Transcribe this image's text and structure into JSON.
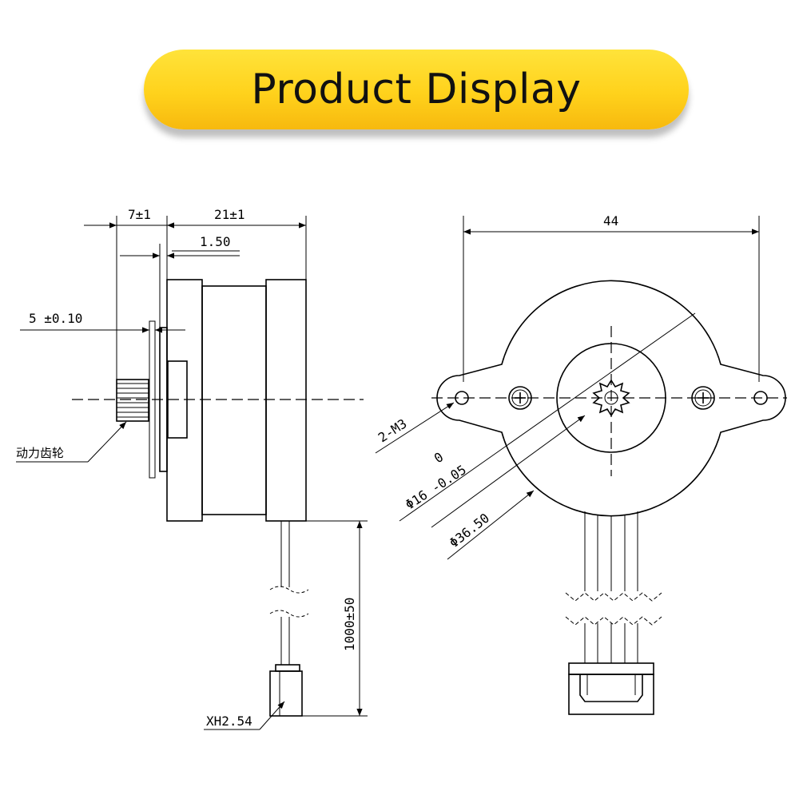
{
  "banner": {
    "title": "Product Display"
  },
  "side_view": {
    "dim_gear_length": "7±1",
    "dim_body_length": "21±1",
    "dim_flange": "1.50",
    "dim_shaft": "5 ±0.10",
    "dim_cable": "1000±50",
    "label_gear": "动力齿轮",
    "label_connector": "XH2.54"
  },
  "front_view": {
    "dim_width": "44",
    "label_mount_holes": "2-M3",
    "dim_boss_tol_upper": "0",
    "dim_boss": "Φ16 -0.05",
    "dim_body": "Φ36.50"
  }
}
